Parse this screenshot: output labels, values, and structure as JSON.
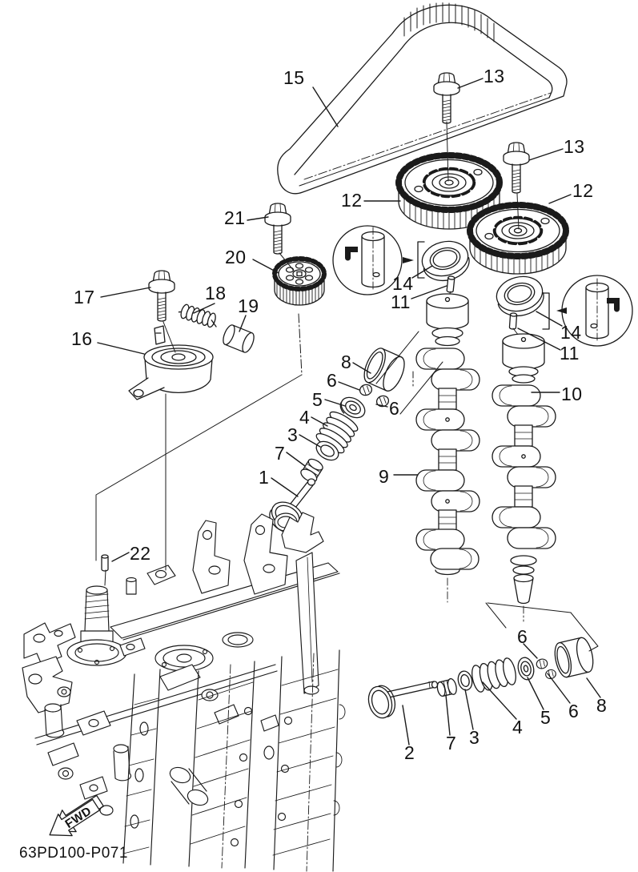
{
  "diagram": {
    "code": "63PD100-P071",
    "fwd_label": "FWD",
    "background_color": "#ffffff",
    "line_color": "#1a1a1a",
    "text_color": "#111111"
  },
  "part_labels": [
    {
      "text": "15"
    },
    {
      "text": "13"
    },
    {
      "text": "13"
    },
    {
      "text": "12"
    },
    {
      "text": "12"
    },
    {
      "text": "21"
    },
    {
      "text": "20"
    },
    {
      "text": "17"
    },
    {
      "text": "18"
    },
    {
      "text": "19"
    },
    {
      "text": "16"
    },
    {
      "text": "14"
    },
    {
      "text": "11"
    },
    {
      "text": "14"
    },
    {
      "text": "11"
    },
    {
      "text": "8"
    },
    {
      "text": "6"
    },
    {
      "text": "5"
    },
    {
      "text": "4"
    },
    {
      "text": "3"
    },
    {
      "text": "7"
    },
    {
      "text": "1"
    },
    {
      "text": "6"
    },
    {
      "text": "9"
    },
    {
      "text": "10"
    },
    {
      "text": "22"
    },
    {
      "text": "6"
    },
    {
      "text": "8"
    },
    {
      "text": "6"
    },
    {
      "text": "5"
    },
    {
      "text": "4"
    },
    {
      "text": "3"
    },
    {
      "text": "7"
    },
    {
      "text": "2"
    }
  ]
}
